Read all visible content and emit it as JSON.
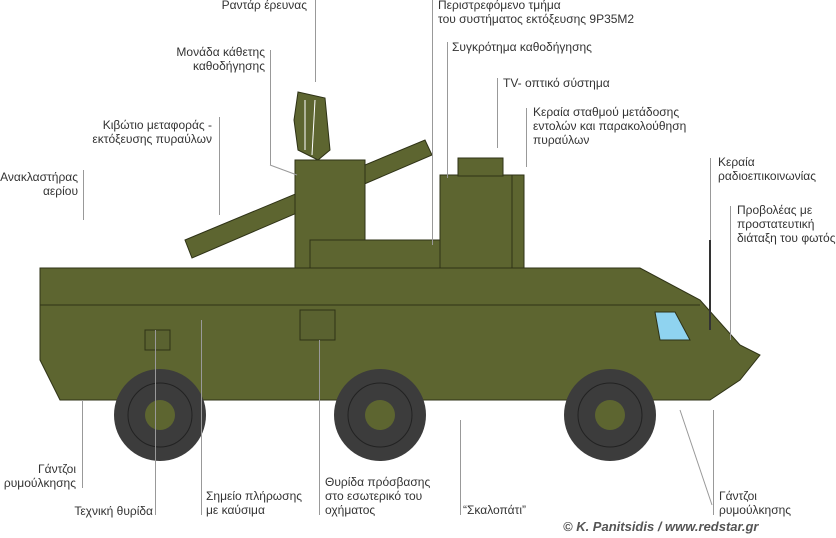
{
  "labels": {
    "search_radar": "Ραντάρ έρευνας",
    "vertical_guidance_1": "Μονάδα κάθετης",
    "vertical_guidance_2": "καθοδήγησης",
    "missile_box_1": "Κιβώτιο μεταφοράς -",
    "missile_box_2": "εκτόξευσης πυραύλων",
    "gas_deflector_1": "Ανακλαστήρας",
    "gas_deflector_2": "αερίου",
    "rotating_part_1": "Περιστρεφόμενο τμήμα",
    "rotating_part_2": "του συστήματος εκτόξευσης 9P35M2",
    "guidance_complex": "Συγκρότημα καθοδήγησης",
    "tv_optical": "TV- οπτικό σύστημα",
    "command_antenna_1": "Κεραία σταθμού μετάδοσης",
    "command_antenna_2": "εντολών και παρακολούθηση",
    "command_antenna_3": "πυραύλων",
    "radio_antenna_1": "Κεραία",
    "radio_antenna_2": "ραδιοεπικοινωνίας",
    "searchlight_1": "Προβολέας με",
    "searchlight_2": "προστατευτική",
    "searchlight_3": "διάταξη του φωτός",
    "tow_hooks_rear_1": "Γάντζοι",
    "tow_hooks_rear_2": "ρυμούλκησης",
    "tech_hatch": "Τεχνική θυρίδα",
    "fuel_point_1": "Σημείο πλήρωσης",
    "fuel_point_2": "με καύσιμα",
    "access_hatch_1": "Θυρίδα πρόσβασης",
    "access_hatch_2": "στο εσωτερικό του",
    "access_hatch_3": "οχήματος",
    "step": "“Σκαλοπάτι”",
    "tow_hooks_front_1": "Γάντζοι",
    "tow_hooks_front_2": "ρυμούλκησης"
  },
  "copyright": "© K. Panitsidis / www.redstar.gr",
  "colors": {
    "olive": "#5d6530",
    "olive_dark": "#454b22",
    "wheel": "#3c3c3c",
    "hub": "#5d6530",
    "glass": "#8fd3f0"
  }
}
